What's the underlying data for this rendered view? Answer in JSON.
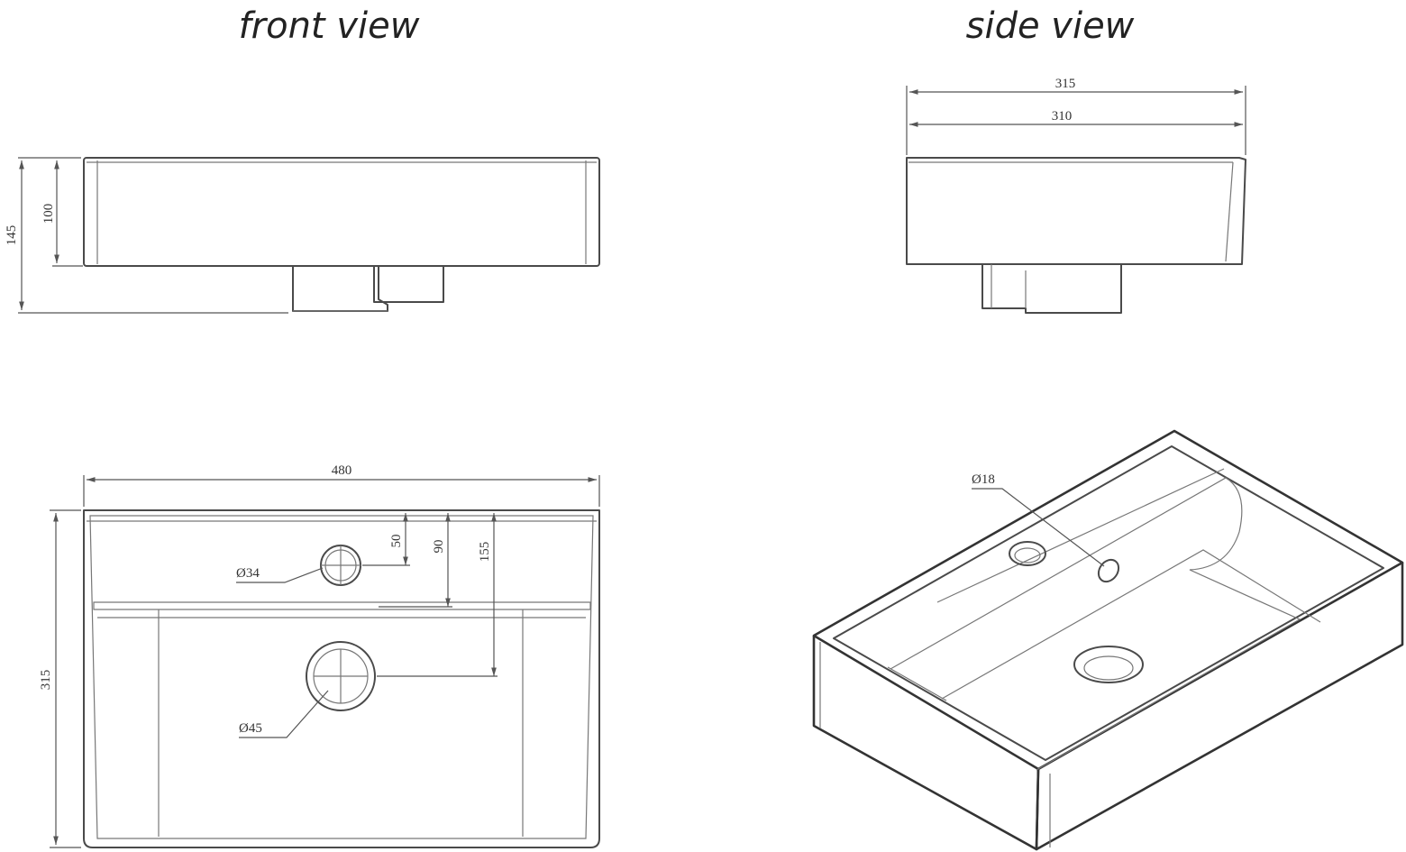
{
  "titles": {
    "front_view": "front view",
    "side_view": "side view"
  },
  "dimensions": {
    "front_height_total": "145",
    "front_height_body": "100",
    "side_width_outer": "315",
    "side_width_inner": "310",
    "plan_width": "480",
    "plan_depth": "315",
    "tap_hole_offset": "50",
    "ledge_offset": "90",
    "drain_offset": "155",
    "tap_hole_diameter": "Ø34",
    "drain_diameter": "Ø45",
    "iso_hole_diameter": "Ø18"
  }
}
